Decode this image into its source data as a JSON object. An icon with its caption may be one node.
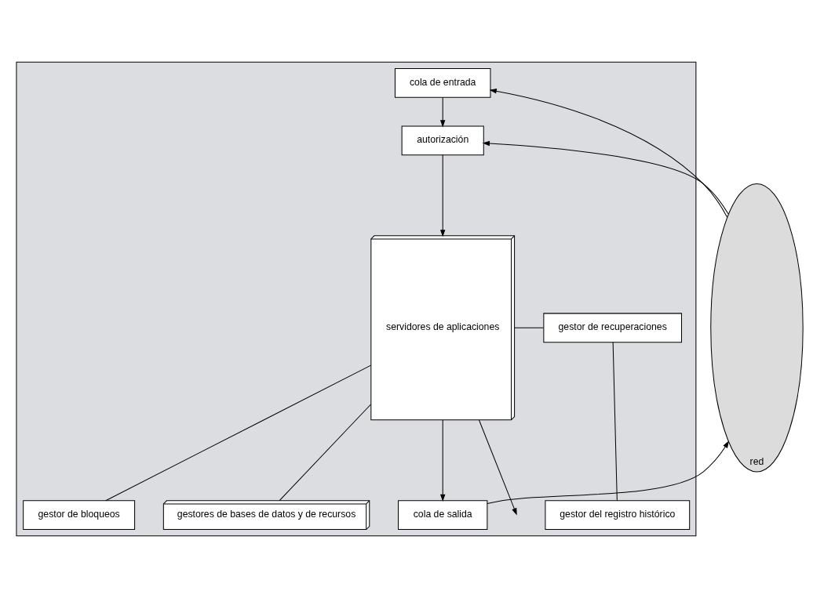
{
  "diagram": {
    "nodes": [
      {
        "text": [
          "red"
        ]
      },
      {
        "text": [],
        "shape": "box"
      },
      {
        "text": [
          "cola de entrada"
        ],
        "in": 1
      },
      {
        "text": [
          "autorización"
        ],
        "in": 1
      },
      {
        "text": [
          "servidores de aplicaciones"
        ],
        "in": 1
      },
      {
        "text": [
          "gestor de bloqueos"
        ],
        "in": 1
      },
      {
        "text": [
          "gestor de recuperaciones"
        ],
        "in": 1
      },
      {
        "text": [
          "gestor del registro histórico"
        ],
        "in": 1
      },
      {
        "text": [
          "gestores de bases de datos y de recursos"
        ],
        "in": 1
      },
      {
        "text": [
          "cola de salida"
        ],
        "in": 1
      }
    ],
    "edges": [
      {
        "from": 0,
        "to": 2,
        "arrow": "to"
      },
      {
        "from": 0,
        "to": 3,
        "arrow": "to"
      },
      {
        "from": 2,
        "to": 3,
        "arrow": "to"
      },
      {
        "from": 3,
        "to": 4,
        "arrow": "to"
      },
      {
        "from": 4,
        "to": 5,
        "arrow": "none"
      },
      {
        "from": 4,
        "to": 6,
        "arrow": "none"
      },
      {
        "from": 6,
        "to": 7,
        "arrow": "none"
      },
      {
        "from": 4,
        "to": 8,
        "arrow": "none"
      },
      {
        "from": 4,
        "to": 9,
        "arrow": "to"
      },
      {
        "from": 4,
        "to": null,
        "arrow": "to"
      },
      {
        "from": 9,
        "to": 0,
        "arrow": "to"
      }
    ]
  }
}
